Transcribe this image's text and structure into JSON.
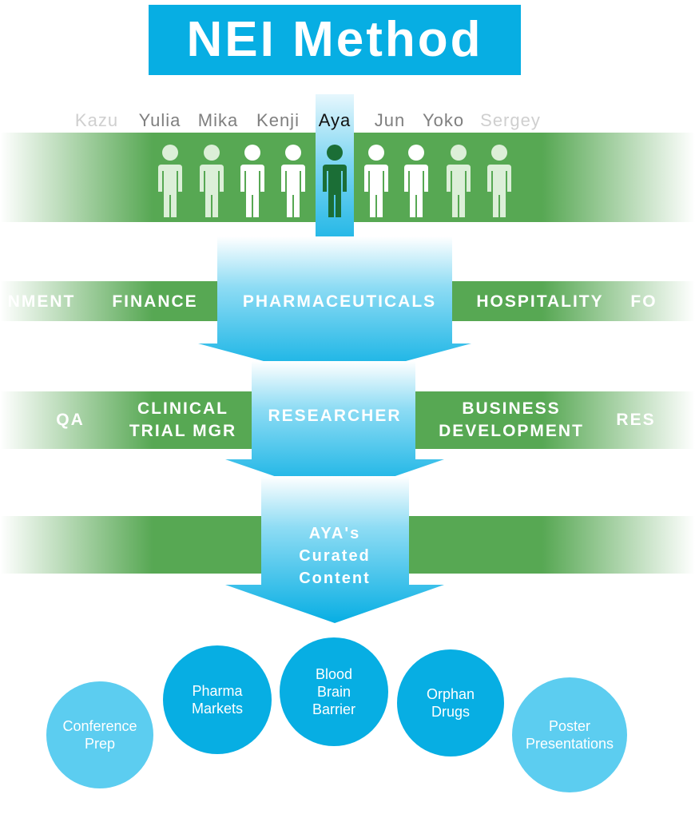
{
  "title": "NEI Method",
  "people": [
    {
      "name": "Kazu",
      "style": "faded"
    },
    {
      "name": "Yulia",
      "style": "mid"
    },
    {
      "name": "Mika",
      "style": "mid"
    },
    {
      "name": "Kenji",
      "style": "mid"
    },
    {
      "name": "Aya",
      "style": "selected"
    },
    {
      "name": "Jun",
      "style": "mid"
    },
    {
      "name": "Yoko",
      "style": "mid"
    },
    {
      "name": "Sergey",
      "style": "faded"
    }
  ],
  "industries": {
    "left": [
      "NMENT",
      "FINANCE"
    ],
    "selected": "PHARMACEUTICALS",
    "right": [
      "HOSPITALITY",
      "FO"
    ]
  },
  "roles": {
    "left": [
      "QA",
      "CLINICAL\nTRIAL MGR"
    ],
    "selected": "RESEARCHER",
    "right": [
      "BUSINESS\nDEVELOPMENT",
      "RES"
    ]
  },
  "curated": {
    "line1": "AYA's",
    "line2": "Curated",
    "line3": "Content"
  },
  "topics": [
    {
      "label": "Conference\nPrep",
      "tone": "light"
    },
    {
      "label": "Pharma\nMarkets",
      "tone": "dark"
    },
    {
      "label": "Blood\nBrain\nBarrier",
      "tone": "dark"
    },
    {
      "label": "Orphan\nDrugs",
      "tone": "dark"
    },
    {
      "label": "Poster\nPresentations",
      "tone": "light"
    }
  ],
  "colors": {
    "accent_blue": "#07aee3",
    "light_blue": "#5ccdf0",
    "green": "#4ea34a",
    "dark_green": "#1b6e36",
    "name_mid": "#7f7f7f",
    "name_faded": "#cfcfcf",
    "name_selected": "#111111"
  }
}
